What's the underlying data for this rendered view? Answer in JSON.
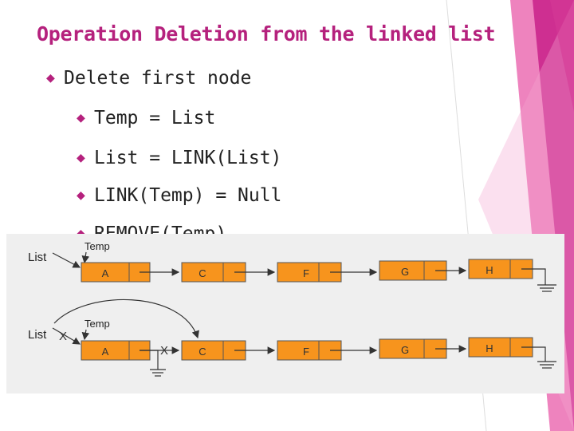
{
  "slide": {
    "title": "Operation Deletion from the linked list",
    "accent_color": "#b5217d",
    "bullet_icon": "diamond-bullet-icon",
    "bullets": [
      {
        "level": 1,
        "text": "Delete first node"
      },
      {
        "level": 2,
        "text": "Temp = List"
      },
      {
        "level": 2,
        "text": "List = LINK(List)"
      },
      {
        "level": 2,
        "text": "LINK(Temp) = Null"
      },
      {
        "level": 2,
        "text": "REMOVE(Temp)"
      }
    ]
  },
  "diagram": {
    "node_fill": "#f7941d",
    "before": {
      "list_label": "List",
      "temp_label": "Temp",
      "nodes": [
        "A",
        "C",
        "F",
        "G",
        "H"
      ]
    },
    "after": {
      "list_label": "List",
      "temp_label": "Temp",
      "cross_mark": "X",
      "link_cross_mark": "X",
      "nodes": [
        "A",
        "C",
        "F",
        "G",
        "H"
      ]
    }
  }
}
